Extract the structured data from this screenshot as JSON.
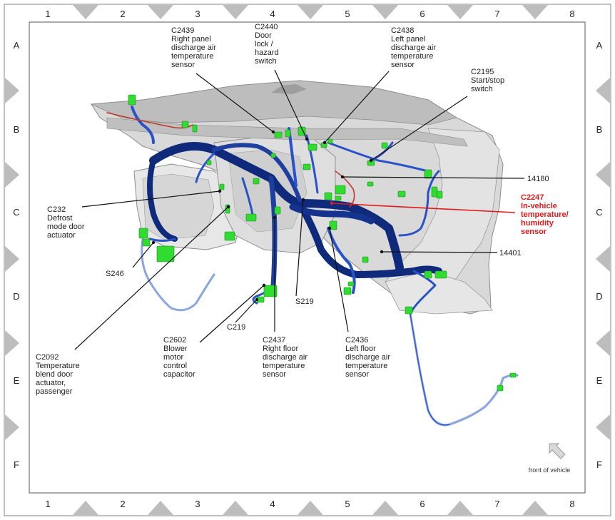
{
  "grid": {
    "columns": [
      "1",
      "2",
      "3",
      "4",
      "5",
      "6",
      "7",
      "8"
    ],
    "rows": [
      "A",
      "B",
      "C",
      "D",
      "E",
      "F"
    ]
  },
  "callouts": {
    "c2439": [
      "C2439",
      "Right panel",
      "discharge air",
      "temperature",
      "sensor"
    ],
    "c2440": [
      "C2440",
      "Door",
      "lock /",
      "hazard",
      "switch"
    ],
    "c2438": [
      "C2438",
      "Left panel",
      "discharge air",
      "temperature",
      "sensor"
    ],
    "c2195": [
      "C2195",
      "Start/stop",
      "switch"
    ],
    "w14180": [
      "14180"
    ],
    "c2247": [
      "C2247",
      "In-vehicle",
      "temperature/",
      "humidity",
      "sensor"
    ],
    "w14401": [
      "14401"
    ],
    "c232": [
      "C232",
      "Defrost",
      "mode door",
      "actuator"
    ],
    "s246": [
      "S246"
    ],
    "s219": [
      "S219"
    ],
    "c219": [
      "C219"
    ],
    "c2092": [
      "C2092",
      "Temperature",
      "blend door",
      "actuator,",
      "passenger"
    ],
    "c2602": [
      "C2602",
      "Blower",
      "motor",
      "control",
      "capacitor"
    ],
    "c2437": [
      "C2437",
      "Right floor",
      "discharge air",
      "temperature",
      "sensor"
    ],
    "c2436": [
      "C2436",
      "Left floor",
      "discharge air",
      "temperature",
      "sensor"
    ]
  },
  "front_label": "front of vehicle",
  "colors": {
    "harness_dark": "#0f2a7a",
    "harness_mid": "#2a52c8",
    "harness_light": "#8aa6e0",
    "connector_green": "#2fdc2f",
    "dash_gray": "#cfcfcf",
    "highlight_red": "#e01b1b",
    "frame_gray": "#bdbdbd"
  }
}
